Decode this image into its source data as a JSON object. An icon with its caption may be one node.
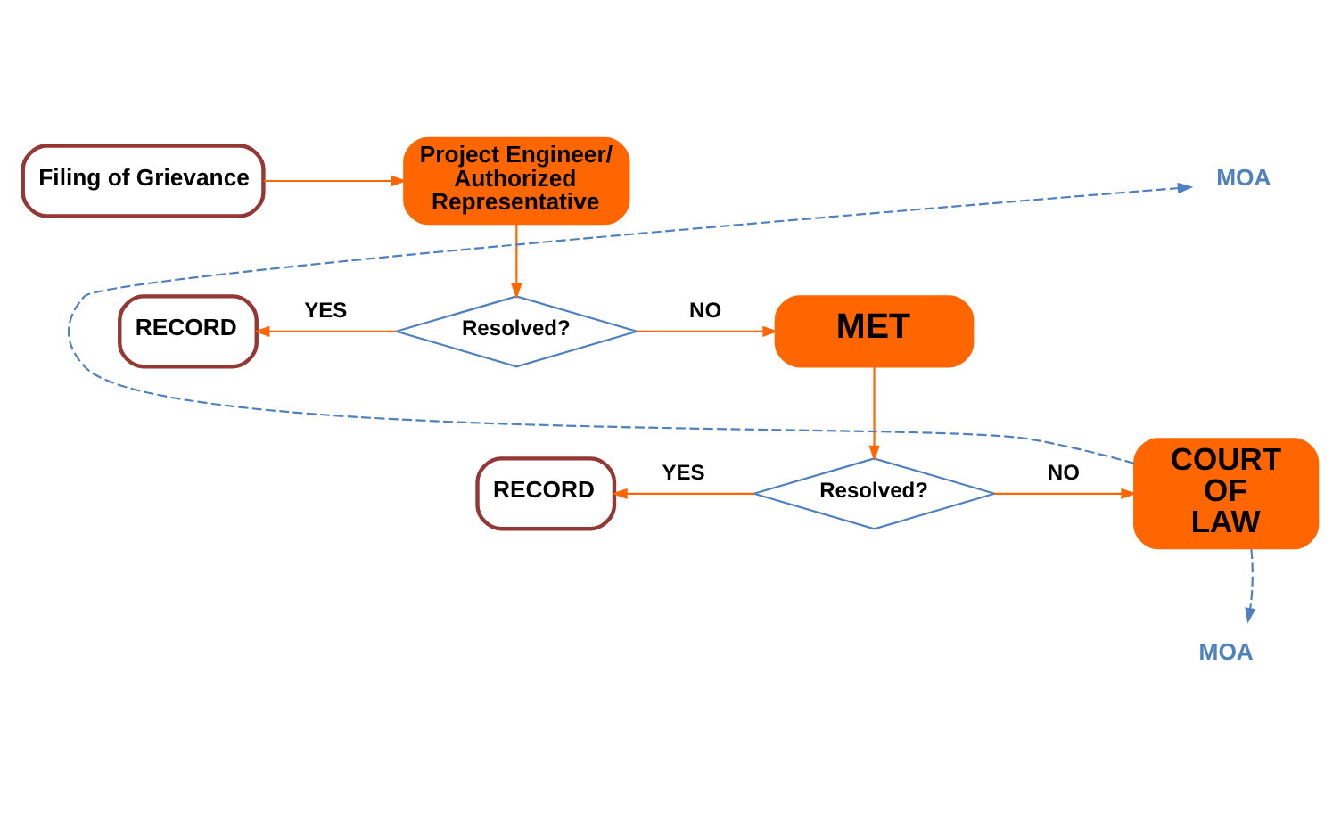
{
  "diagram": {
    "nodes": [
      {
        "text": [
          "Filing of Grievance"
        ]
      },
      {
        "text": [
          "Project Engineer/ Authorized Representative"
        ]
      },
      {
        "text": [
          "Resolved?"
        ]
      },
      {
        "text": [
          "RECORD"
        ]
      },
      {
        "text": [
          "MET"
        ]
      },
      {
        "text": [
          "Resolved?"
        ]
      },
      {
        "text": [
          "RECORD"
        ]
      },
      {
        "text": [
          "COURT OF LAW"
        ]
      },
      {
        "text": [
          "MOA"
        ]
      },
      {
        "text": [
          "MOA"
        ]
      }
    ],
    "edges": [
      {
        "from": 0,
        "to": 1,
        "arrow": "to"
      },
      {
        "from": 1,
        "to": 2,
        "arrow": "to"
      },
      {
        "from": 2,
        "to": 3,
        "arrow": "to",
        "label": "YES"
      },
      {
        "from": 2,
        "to": 4,
        "arrow": "to",
        "label": "NO"
      },
      {
        "from": 4,
        "to": 5,
        "arrow": "to"
      },
      {
        "from": 5,
        "to": 6,
        "arrow": "to",
        "label": "YES"
      },
      {
        "from": 5,
        "to": 7,
        "arrow": "to",
        "label": "NO"
      },
      {
        "from": 7,
        "to": 8,
        "arrow": "to",
        "style": "dashed",
        "color": "#4f81bd"
      },
      {
        "from": 7,
        "to": 9,
        "arrow": "to",
        "style": "dashed",
        "color": "#4f81bd"
      }
    ]
  }
}
